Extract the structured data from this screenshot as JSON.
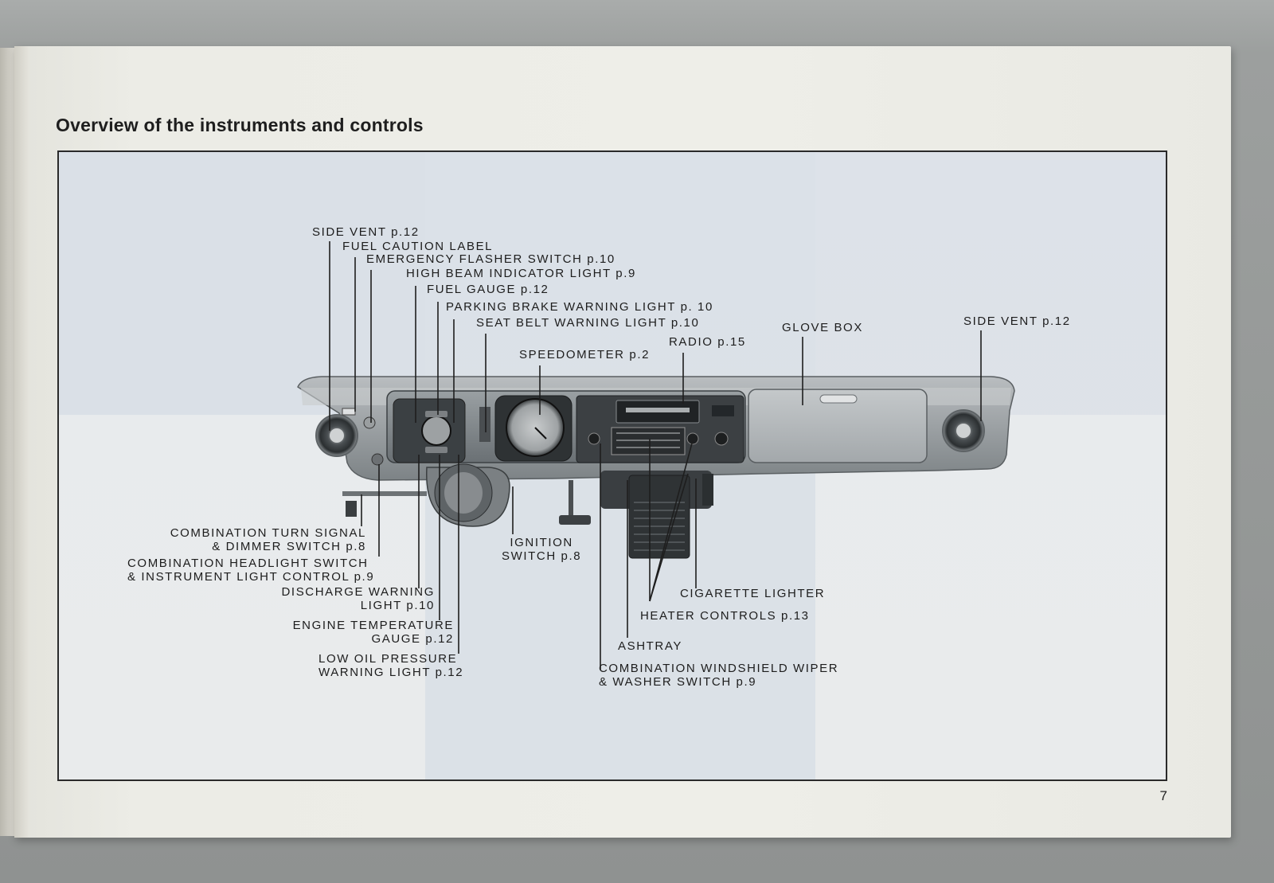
{
  "page": {
    "title": "Overview of the instruments and controls",
    "page_number": "7"
  },
  "labels": {
    "side_vent_left": "SIDE VENT p.12",
    "fuel_caution": "FUEL CAUTION LABEL",
    "emergency_flasher": "EMERGENCY FLASHER SWITCH p.10",
    "high_beam": "HIGH BEAM INDICATOR LIGHT p.9",
    "fuel_gauge": "FUEL GAUGE p.12",
    "parking_brake": "PARKING BRAKE WARNING LIGHT p. 10",
    "seat_belt": "SEAT BELT WARNING LIGHT p.10",
    "speedometer": "SPEEDOMETER p.2",
    "radio": "RADIO p.15",
    "glove_box": "GLOVE BOX",
    "side_vent_right": "SIDE VENT p.12",
    "turn_signal_1": "COMBINATION TURN SIGNAL",
    "turn_signal_2": "& DIMMER SWITCH p.8",
    "headlight_1": "COMBINATION HEADLIGHT SWITCH",
    "headlight_2": "& INSTRUMENT LIGHT CONTROL p.9",
    "discharge_1": "DISCHARGE WARNING",
    "discharge_2": "LIGHT p.10",
    "engine_temp_1": "ENGINE TEMPERATURE",
    "engine_temp_2": "GAUGE p.12",
    "low_oil_1": "LOW OIL PRESSURE",
    "low_oil_2": "WARNING LIGHT p.12",
    "ignition_1": "IGNITION",
    "ignition_2": "SWITCH p.8",
    "cigarette": "CIGARETTE LIGHTER",
    "heater": "HEATER CONTROLS p.13",
    "ashtray": "ASHTRAY",
    "wiper_1": "COMBINATION WINDSHIELD WIPER",
    "wiper_2": "& WASHER SWITCH p.9"
  }
}
